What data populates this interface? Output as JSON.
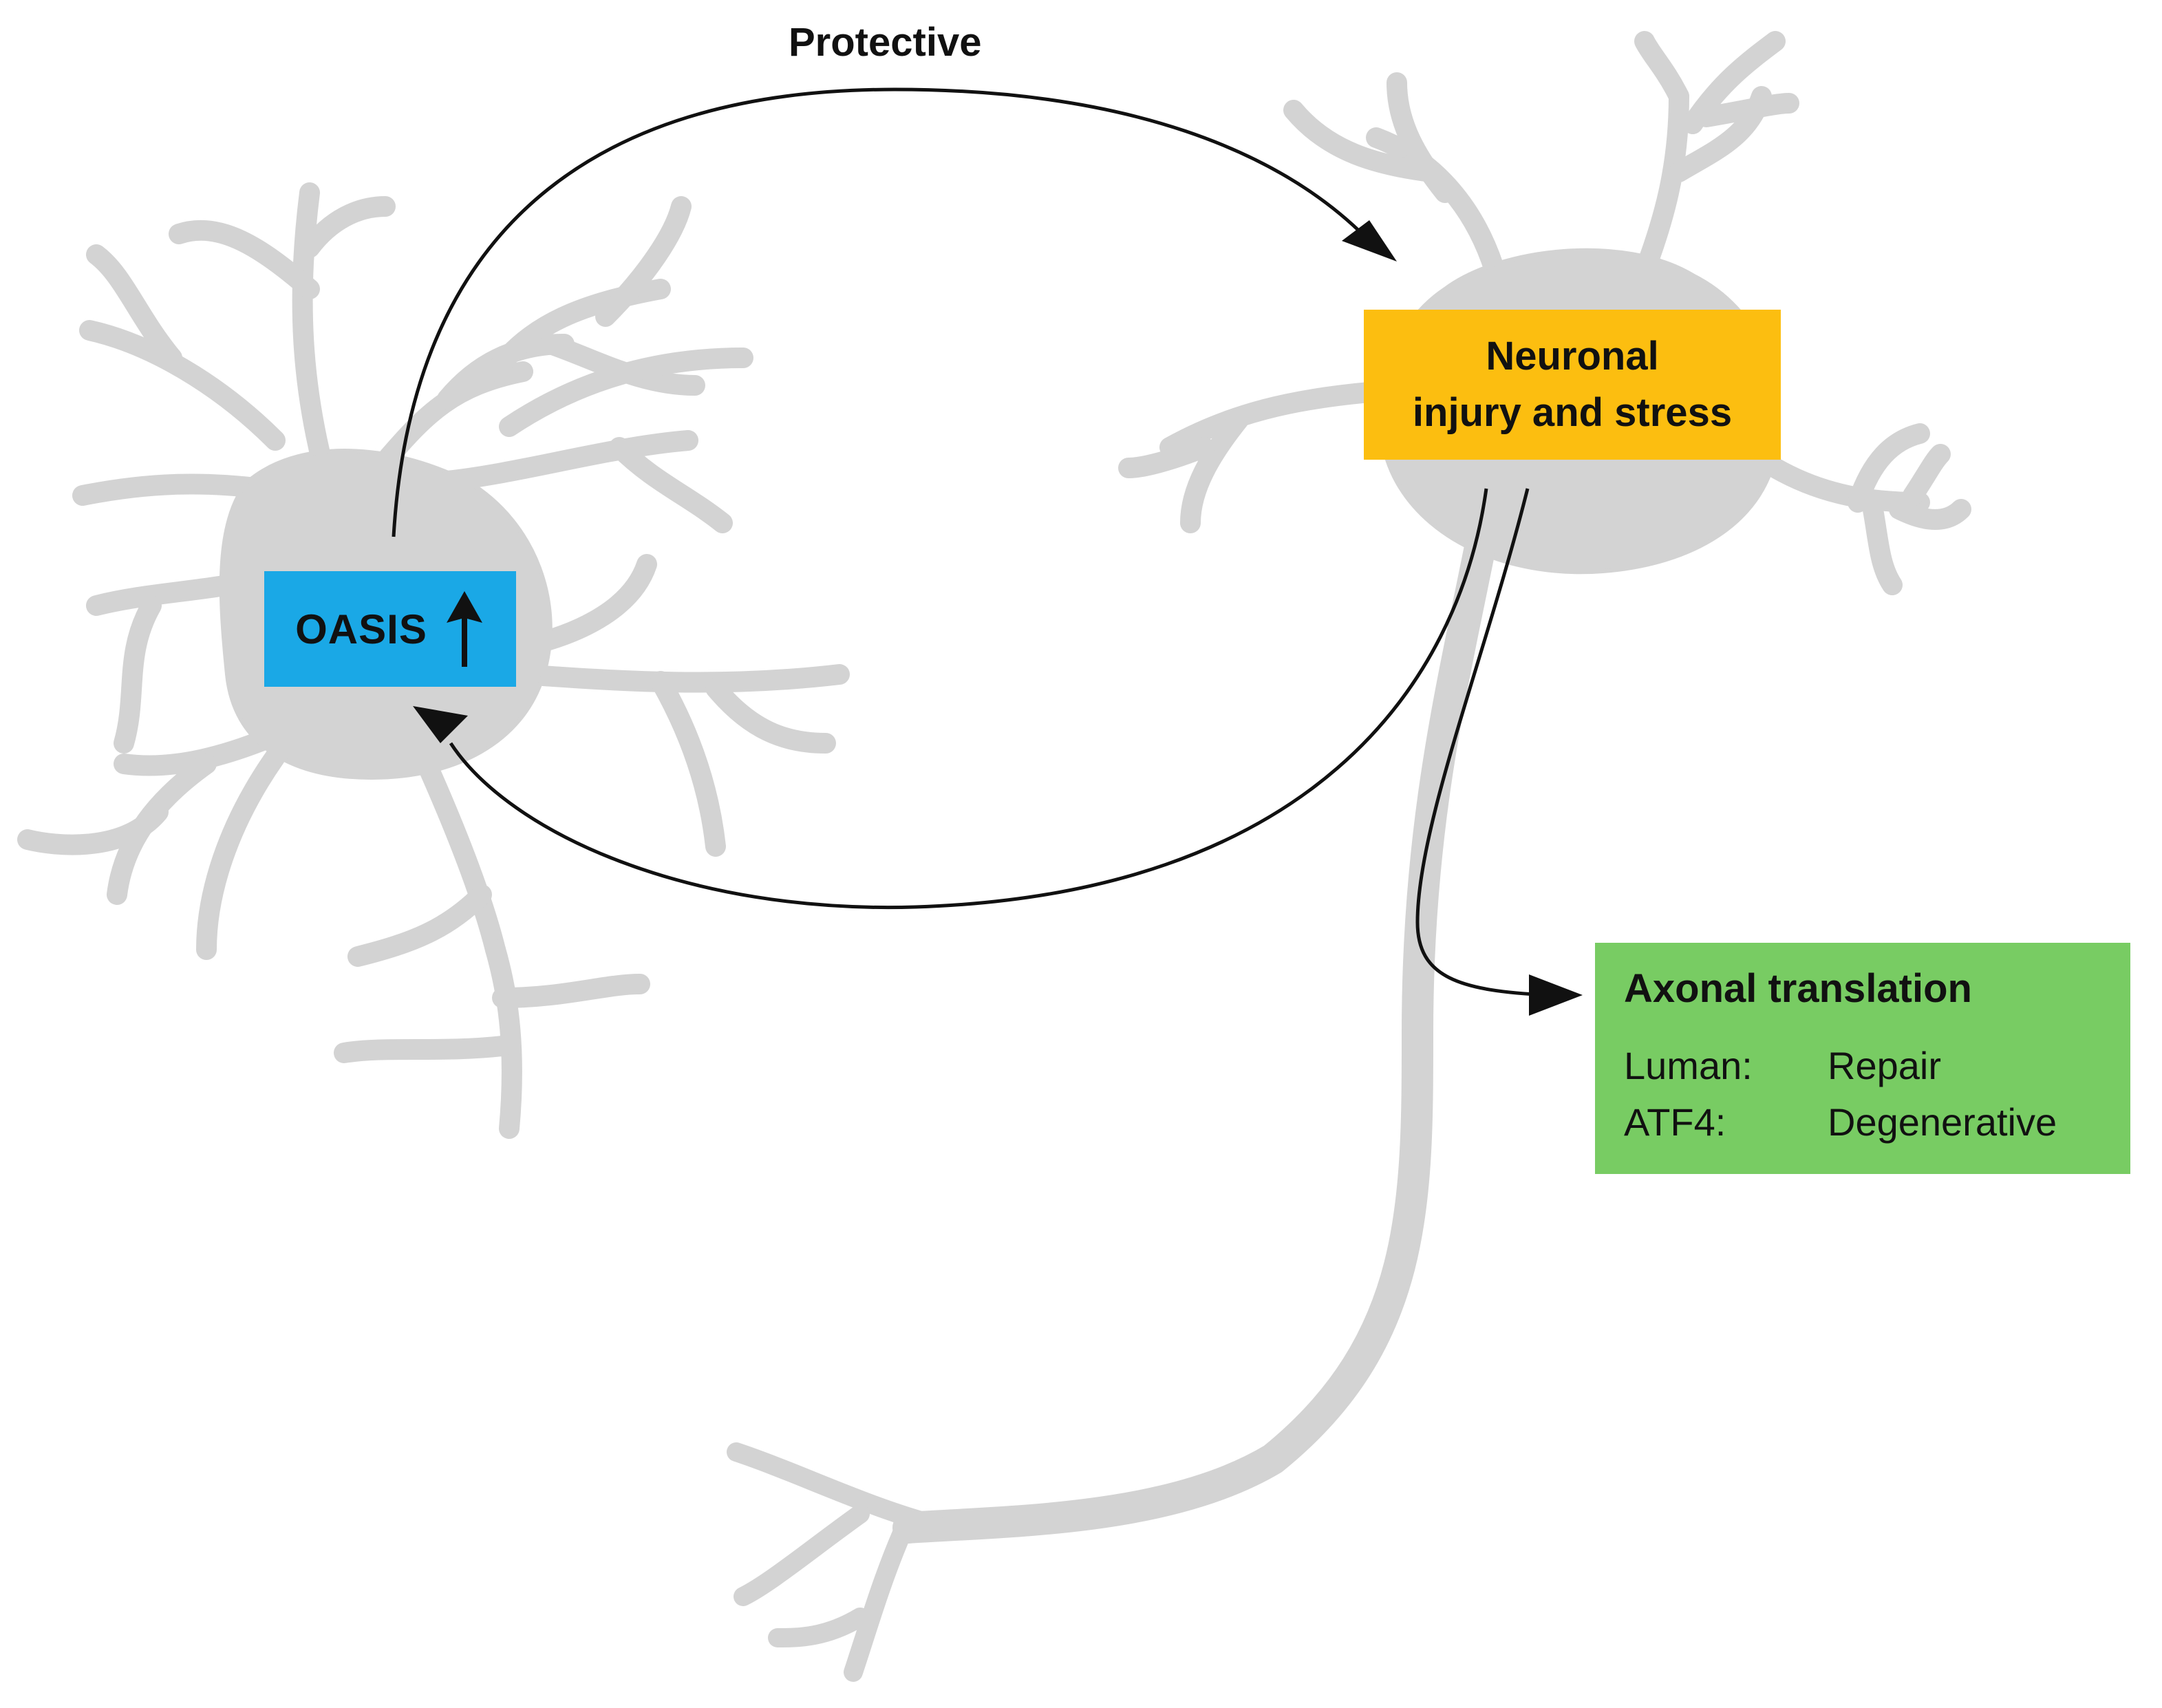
{
  "labels": {
    "protective": "Protective"
  },
  "oasis": {
    "label": "OASIS",
    "arrow_icon": "up-arrow-icon"
  },
  "injury": {
    "line1": "Neuronal",
    "line2": "injury and stress"
  },
  "axonal": {
    "title": "Axonal translation",
    "rows": [
      {
        "gene": "Luman:",
        "effect": "Repair"
      },
      {
        "gene": "ATF4:",
        "effect": "Degenerative"
      }
    ]
  },
  "colors": {
    "oasis_box": "#1aa8e6",
    "injury_box": "#fcbe10",
    "axonal_box": "#78cc63",
    "cell": "#d3d3d3",
    "arrow": "#111111"
  }
}
